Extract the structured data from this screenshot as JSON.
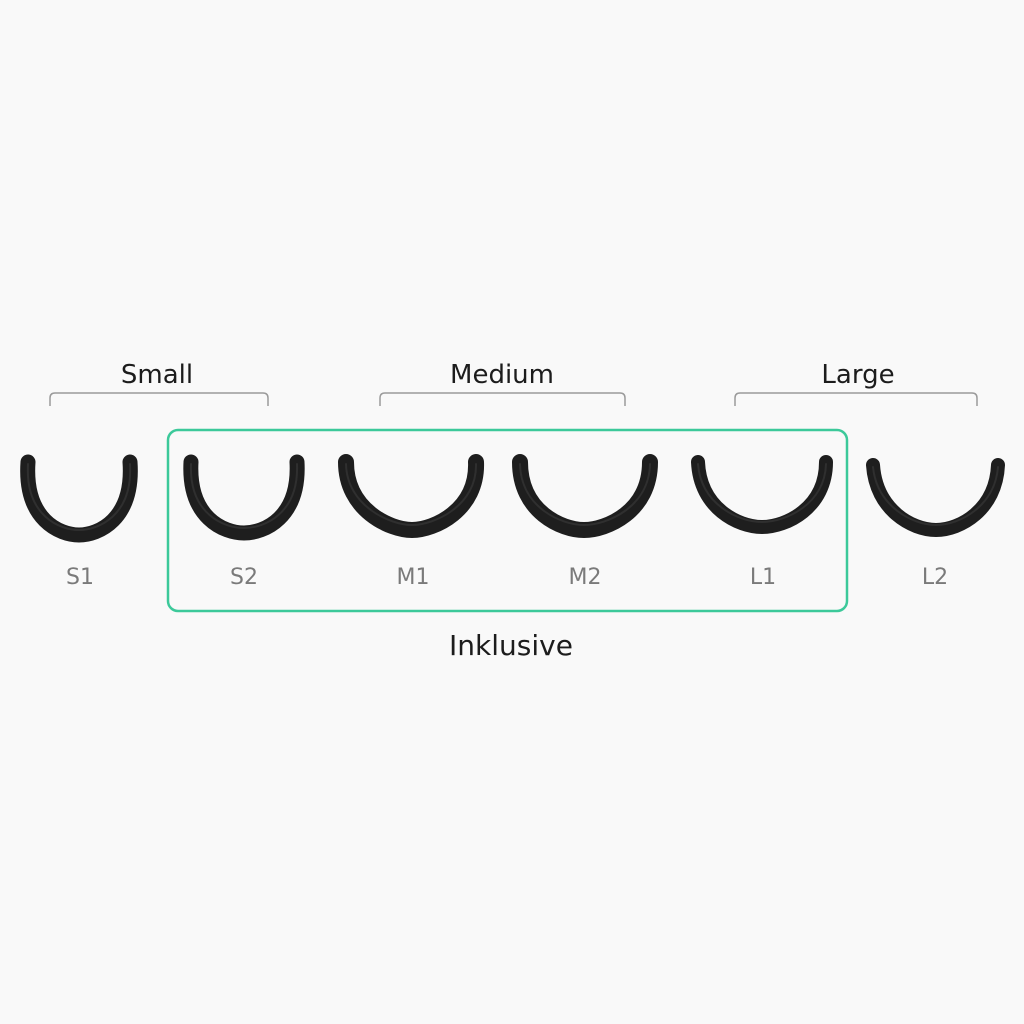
{
  "groups": [
    {
      "id": "small",
      "label": "Small"
    },
    {
      "id": "medium",
      "label": "Medium"
    },
    {
      "id": "large",
      "label": "Large"
    }
  ],
  "sizes": [
    {
      "id": "s1",
      "label": "S1",
      "included": false
    },
    {
      "id": "s2",
      "label": "S2",
      "included": true
    },
    {
      "id": "m1",
      "label": "M1",
      "included": true
    },
    {
      "id": "m2",
      "label": "M2",
      "included": true
    },
    {
      "id": "l1",
      "label": "L1",
      "included": true
    },
    {
      "id": "l2",
      "label": "L2",
      "included": false
    }
  ],
  "inclusion": {
    "label": "Inklusive",
    "color": "#3cc99a"
  },
  "colors": {
    "band": "#1e1e1e",
    "band_highlight": "#3a3a3a",
    "bracket": "#9a9a9a",
    "background": "#f9f9f9"
  }
}
